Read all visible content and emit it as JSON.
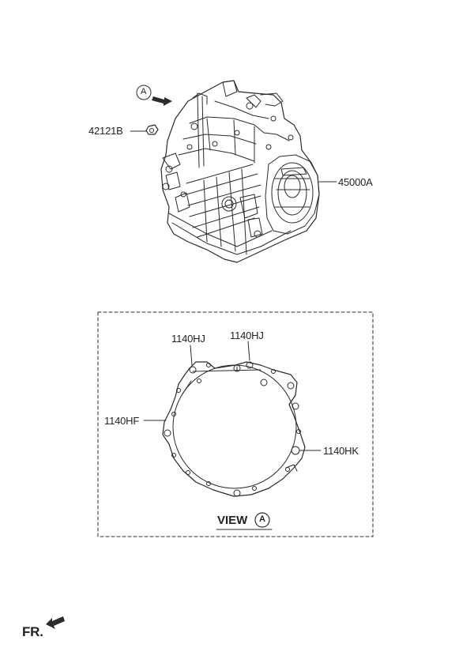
{
  "parts": {
    "bolt": "42121B",
    "transaxle": "45000A",
    "view_marker": "A"
  },
  "view": {
    "title": "VIEW",
    "marker": "A",
    "callouts": [
      "1140HJ",
      "1140HJ",
      "1140HF",
      "1140HK"
    ]
  },
  "front": "FR."
}
